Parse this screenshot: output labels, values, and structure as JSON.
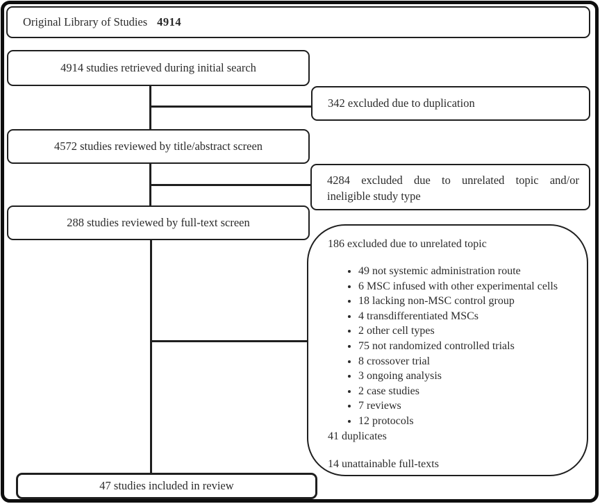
{
  "figure": {
    "type": "study-selection-flow-diagram",
    "title_box": {
      "label": "Original Library of Studies",
      "count": "4914"
    },
    "flow_boxes": {
      "retrieved": "4914 studies retrieved during initial search",
      "title_abstract": "4572 studies reviewed by title/abstract screen",
      "full_text": "288 studies reviewed by full-text screen",
      "included": "47 studies included in review"
    },
    "exclusion_boxes": {
      "duplication": "342 excluded due to duplication",
      "unrelated": {
        "line1": "4284 excluded due to unrelated topic and/or",
        "line2": "ineligible study type"
      },
      "full_text_detail": {
        "header": "186 excluded due to unrelated topic",
        "reasons": [
          "49 not systemic administration route",
          "6 MSC infused with other experimental cells",
          "18 lacking non-MSC control group",
          "4 transdifferentiated MSCs",
          "2 other cell types",
          "75 not randomized controlled trials",
          "8 crossover trial",
          "3 ongoing analysis",
          "2 case studies",
          "7 reviews",
          "12 protocols"
        ],
        "duplicates_note": "41 duplicates",
        "unattainable_note": "14 unattainable full-texts"
      }
    },
    "colors": {
      "frame": "#0e0e0e",
      "box_border": "#1f1f1f",
      "text": "#2b2b2b",
      "background": "#ffffff"
    }
  }
}
